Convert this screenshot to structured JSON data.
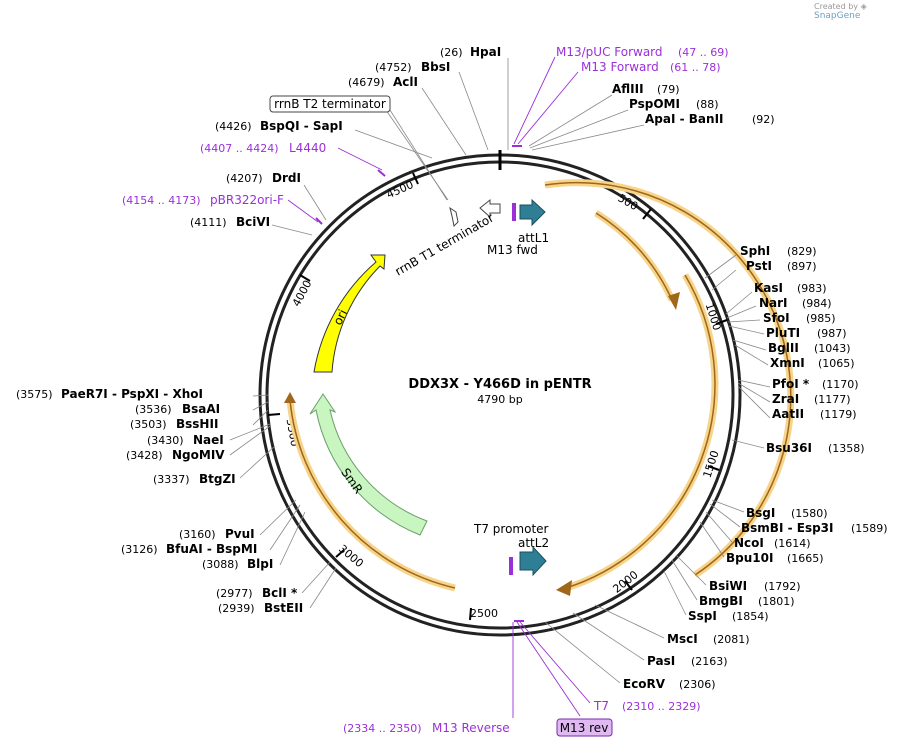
{
  "credit": {
    "prefix": "Created by",
    "brand": "SnapGene"
  },
  "plasmid": {
    "name": "DDX3X - Y466D in pENTR",
    "length": "4790 bp"
  },
  "ticks": [
    "500",
    "1000",
    "1500",
    "2000",
    "2500",
    "3000",
    "3500",
    "4000",
    "4500"
  ],
  "enzymes_top": [
    {
      "name": "HpaI",
      "pos": "(26)"
    },
    {
      "name": "BbsI",
      "pos": "(4752)"
    },
    {
      "name": "AclI",
      "pos": "(4679)"
    },
    {
      "name": "BspQI - SapI",
      "pos": "(4426)"
    },
    {
      "name": "DrdI",
      "pos": "(4207)"
    },
    {
      "name": "BciVI",
      "pos": "(4111)"
    },
    {
      "name": "AflIII",
      "pos": "(79)"
    },
    {
      "name": "PspOMI",
      "pos": "(88)"
    },
    {
      "name": "ApaI - BanII",
      "pos": "(92)"
    }
  ],
  "enzymes_right": [
    {
      "name": "SphI",
      "pos": "(829)"
    },
    {
      "name": "PstI",
      "pos": "(897)"
    },
    {
      "name": "KasI",
      "pos": "(983)"
    },
    {
      "name": "NarI",
      "pos": "(984)"
    },
    {
      "name": "SfoI",
      "pos": "(985)"
    },
    {
      "name": "PluTI",
      "pos": "(987)"
    },
    {
      "name": "BglII",
      "pos": "(1043)"
    },
    {
      "name": "XmnI",
      "pos": "(1065)"
    },
    {
      "name": "PfoI *",
      "pos": "(1170)"
    },
    {
      "name": "ZraI",
      "pos": "(1177)"
    },
    {
      "name": "AatII",
      "pos": "(1179)"
    },
    {
      "name": "Bsu36I",
      "pos": "(1358)"
    },
    {
      "name": "BsgI",
      "pos": "(1580)"
    },
    {
      "name": "BsmBI - Esp3I",
      "pos": "(1589)"
    },
    {
      "name": "NcoI",
      "pos": "(1614)"
    },
    {
      "name": "Bpu10I",
      "pos": "(1665)"
    },
    {
      "name": "BsiWI",
      "pos": "(1792)"
    },
    {
      "name": "BmgBI",
      "pos": "(1801)"
    },
    {
      "name": "SspI",
      "pos": "(1854)"
    },
    {
      "name": "MscI",
      "pos": "(2081)"
    },
    {
      "name": "PasI",
      "pos": "(2163)"
    },
    {
      "name": "EcoRV",
      "pos": "(2306)"
    }
  ],
  "enzymes_left": [
    {
      "name": "PaeR7I - PspXI - XhoI",
      "pos": "(3575)"
    },
    {
      "name": "BsaAI",
      "pos": "(3536)"
    },
    {
      "name": "BssHII",
      "pos": "(3503)"
    },
    {
      "name": "NaeI",
      "pos": "(3430)"
    },
    {
      "name": "NgoMIV",
      "pos": "(3428)"
    },
    {
      "name": "BtgZI",
      "pos": "(3337)"
    },
    {
      "name": "PvuI",
      "pos": "(3160)"
    },
    {
      "name": "BfuAI - BspMI",
      "pos": "(3126)"
    },
    {
      "name": "BlpI",
      "pos": "(3088)"
    },
    {
      "name": "BclI *",
      "pos": "(2977)"
    },
    {
      "name": "BstEII",
      "pos": "(2939)"
    }
  ],
  "primers": [
    {
      "name": "M13/pUC Forward",
      "pos": "(47 .. 69)"
    },
    {
      "name": "M13 Forward",
      "pos": "(61 .. 78)"
    },
    {
      "name": "L4440",
      "pos": "(4407 .. 4424)"
    },
    {
      "name": "pBR322ori-F",
      "pos": "(4154 .. 4173)"
    },
    {
      "name": "T7",
      "pos": "(2310 .. 2329)"
    },
    {
      "name": "M13 Reverse",
      "pos": "(2334 .. 2350)"
    },
    {
      "name": "M13 rev",
      "pos": ""
    }
  ],
  "features": {
    "rrnb_t2": "rrnB T2 terminator",
    "rrnb_t1": "rrnB T1 terminator",
    "attl1": "attL1",
    "m13_fwd": "M13 fwd",
    "t7_promoter": "T7 promoter",
    "attl2": "attL2",
    "ori": "ori",
    "smr": "SmR"
  },
  "colors": {
    "primer": "#9b30d9",
    "ori": "#ffff00",
    "smr": "#c8f5c0",
    "att": "#2e7f96",
    "cds_glow": "#f6d48a",
    "cds_line": "#a0661a"
  }
}
